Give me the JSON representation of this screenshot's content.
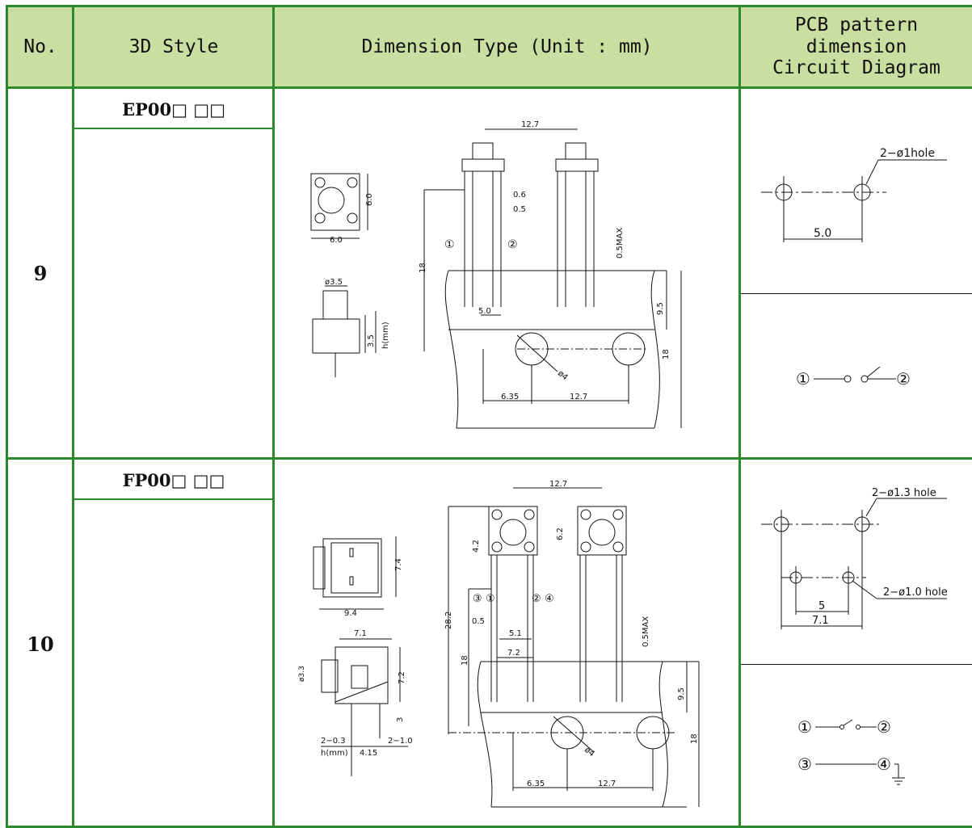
{
  "header": {
    "no": "No.",
    "style": "3D Style",
    "dimension": "Dimension Type (Unit : mm)",
    "pcb_line1": "PCB pattern",
    "pcb_line2": "dimension",
    "pcb_line3": "Circuit Diagram"
  },
  "rows": [
    {
      "no": "9",
      "code": "EP00□ □□",
      "dims": {
        "top_size": "6.0",
        "top_size_v": "6.0",
        "cap_dia": "ø3.5",
        "cap_h": "3.5",
        "h_mm": "h(mm)",
        "pitch": "12.7",
        "t1": "0.6",
        "t2": "0.5",
        "max": "0.5MAX",
        "height": "18",
        "leg": "5.0",
        "panel": "9.5",
        "panel2": "18",
        "hole": "ø4",
        "b1": "6.35",
        "b2": "12.7",
        "p1": "①",
        "p2": "②"
      },
      "pcb": {
        "hole_label": "2−ø1hole",
        "spacing": "5.0"
      },
      "circuit": {
        "a": "①",
        "b": "②"
      }
    },
    {
      "no": "10",
      "code": "FP00□ □□",
      "dims": {
        "depth": "9.4",
        "width_v": "7.4",
        "top_w": "7.1",
        "cap_dia": "ø3.3",
        "body_h": "7.2",
        "lead": "3",
        "t03": "2−0.3",
        "t10": "2−1.0",
        "h_mm": "h(mm)",
        "h_val": "4.15",
        "pitch": "12.7",
        "v62": "6.2",
        "v42": "4.2",
        "v282": "28.2",
        "t05": "0.5",
        "w51": "5.1",
        "w72": "7.2",
        "max": "0.5MAX",
        "height": "18",
        "panel": "9.5",
        "panel2": "18",
        "hole": "ø4",
        "b1": "6.35",
        "b2": "12.7",
        "p1": "③",
        "p2": "①",
        "p3": "②",
        "p4": "④"
      },
      "pcb": {
        "hole_big": "2−ø1.3 hole",
        "hole_small": "2−ø1.0 hole",
        "s1": "5",
        "s2": "7.1"
      },
      "circuit": {
        "a": "①",
        "b": "②",
        "c": "③",
        "d": "④"
      }
    }
  ]
}
